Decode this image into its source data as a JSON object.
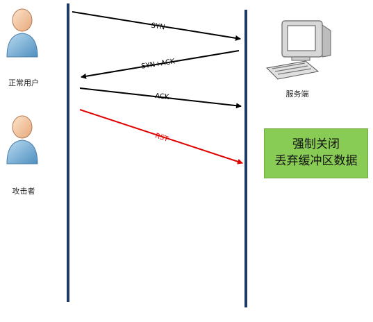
{
  "actors": {
    "normal_user": "正常用户",
    "attacker": "攻击者",
    "server": "服务端"
  },
  "messages": [
    {
      "label": "SYN",
      "color": "#000000"
    },
    {
      "label": "SYN+ACK",
      "color": "#000000"
    },
    {
      "label": "ACK",
      "color": "#000000"
    },
    {
      "label": "RST",
      "color": "#e00000"
    }
  ],
  "result": {
    "line1": "强制关闭",
    "line2": "丢弃缓冲区数据"
  },
  "colors": {
    "lifeline": "#1f3a66",
    "result_box": "#88cc55",
    "person_body": "#7fb2d6",
    "person_skin": "#f2c9a6"
  }
}
